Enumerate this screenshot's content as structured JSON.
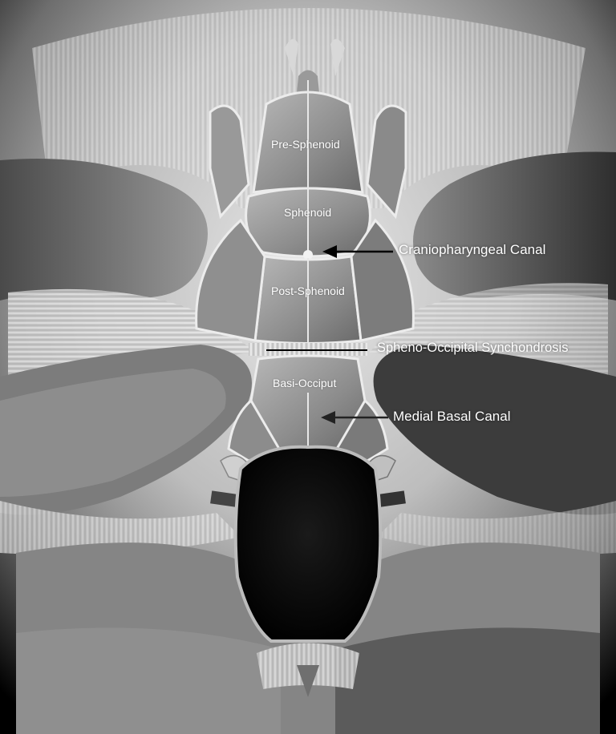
{
  "labels": {
    "pre_sphenoid": "Pre-Sphenoid",
    "sphenoid": "Sphenoid",
    "post_sphenoid": "Post-Sphenoid",
    "basi_occiput": "Basi-Occiput",
    "craniopharyngeal_canal": "Craniopharyngeal Canal",
    "spheno_occipital_synchondrosis": "Spheno-Occipital Synchondrosis",
    "medial_basal_canal": "Medial Basal Canal"
  },
  "colors": {
    "background": "#ffffff",
    "vignette": "#000000",
    "bone": "#8e8e8e",
    "bone_highlight": "#d9d9d9",
    "cartilage": "#e6e6e6",
    "foramen": "#050505",
    "label_text": "#ffffff",
    "arrow": "#000000"
  }
}
